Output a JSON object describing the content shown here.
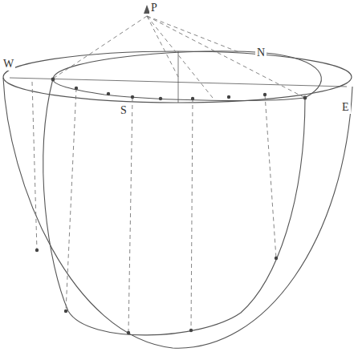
{
  "diagram": {
    "labels": [
      "P",
      "W",
      "N",
      "S",
      "E"
    ]
  }
}
